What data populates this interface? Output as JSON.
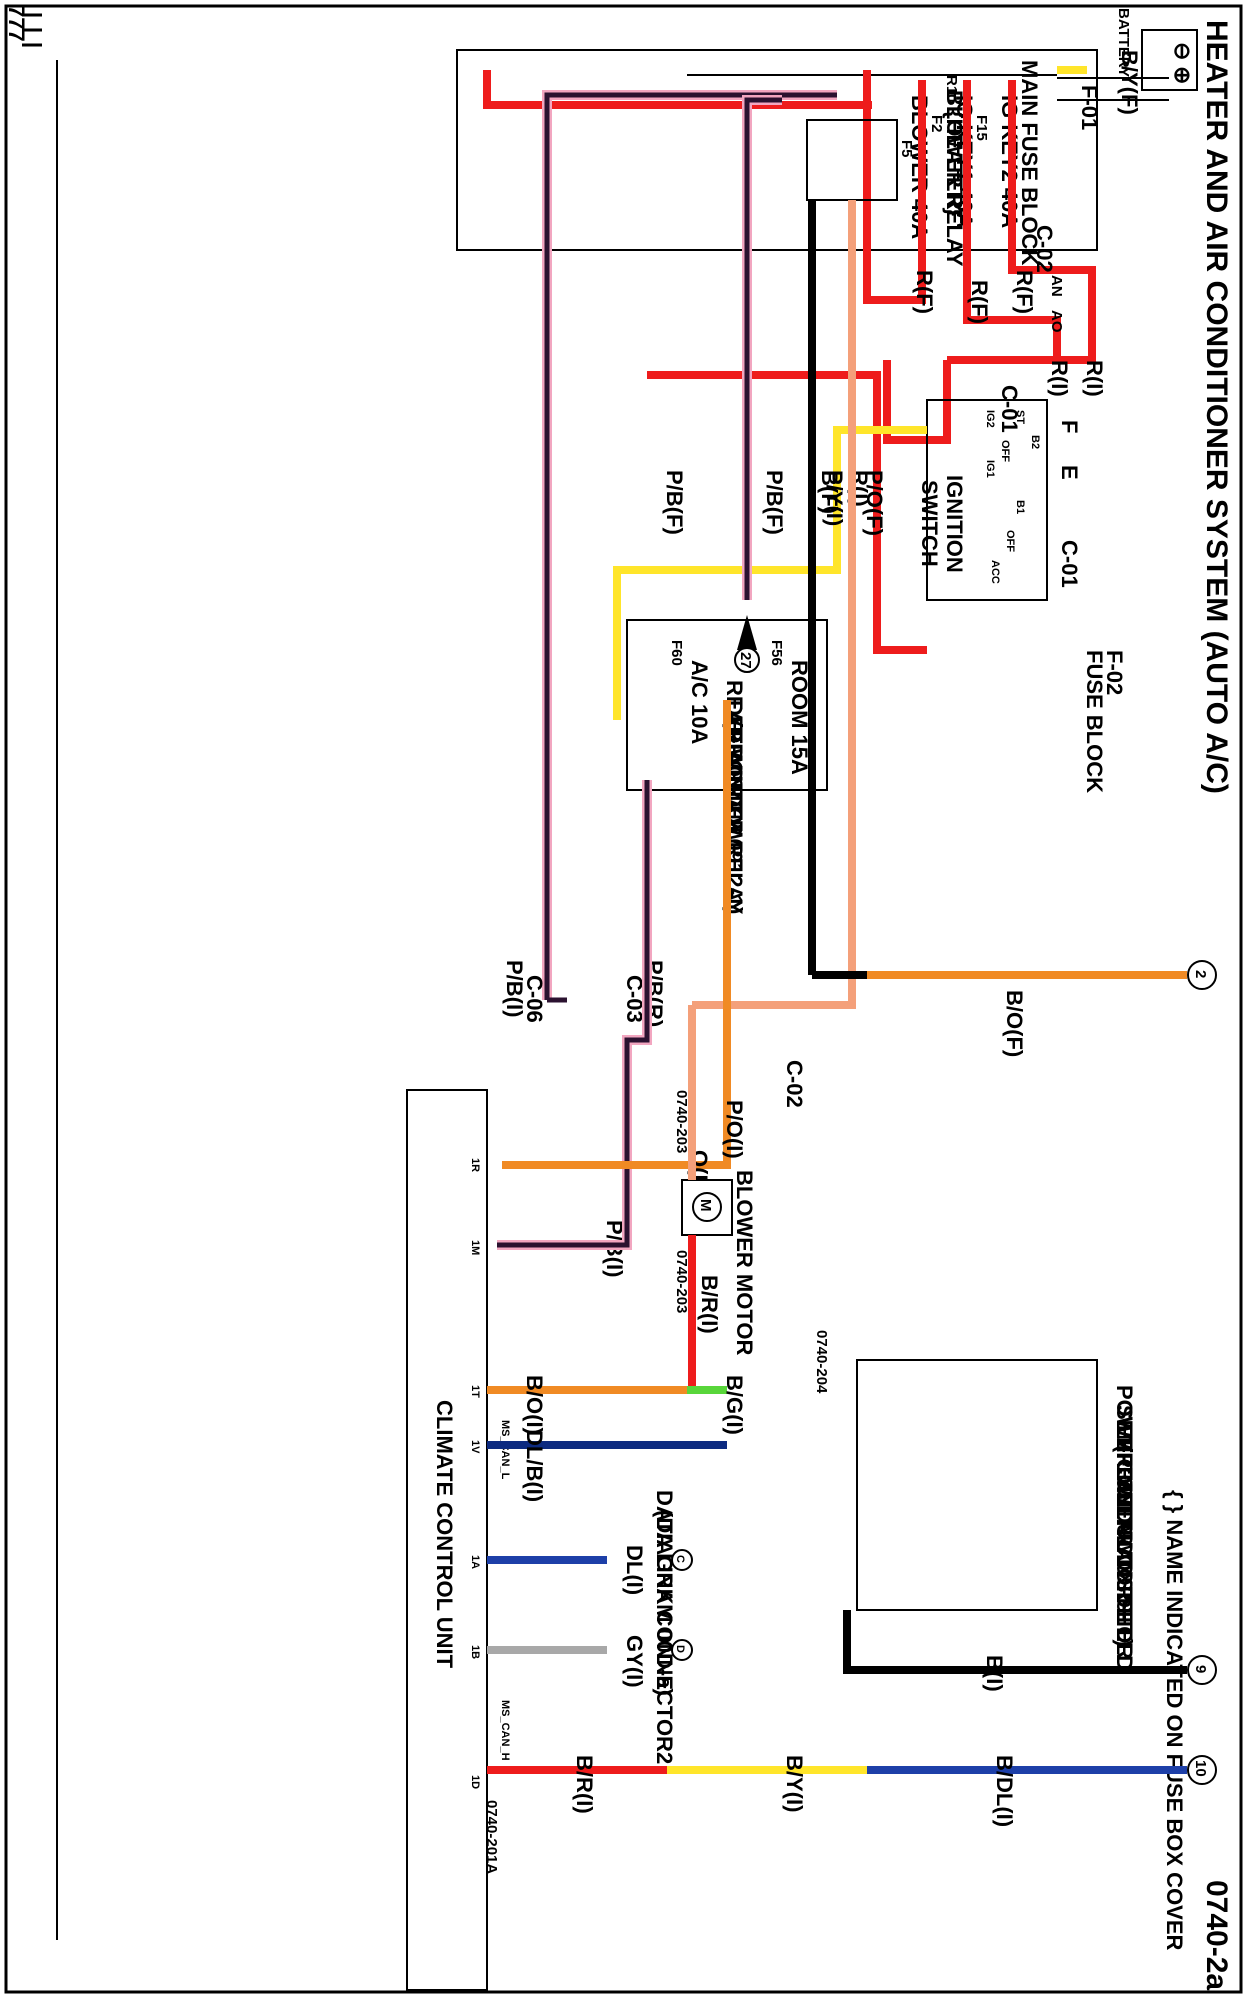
{
  "title": "HEATER AND AIR CONDITIONER SYSTEM (AUTO A/C)",
  "diagram_id": "0740-2a",
  "note": "{ } NAME INDICATED ON FUSE BOX COVER",
  "battery": "BATTERY",
  "main_fuse_block": "MAIN FUSE BLOCK",
  "fuses": {
    "ig_key2": "IG KEY2 40A",
    "ig_key1": "IG KEY1 40A",
    "blower": "BLOWER 40A",
    "f15": "F15",
    "f2": "F2",
    "f5": "F5",
    "f01": "F-01",
    "room": "ROOM 15A",
    "ac": "A/C 10A",
    "f56": "F56",
    "f60": "F60"
  },
  "relay": {
    "code": "R10",
    "name": "BLOWER RELAY",
    "alt": "{HEATER}"
  },
  "ignition": {
    "name1": "IGNITION",
    "name2": "SWITCH",
    "c01a": "C-01",
    "c01b": "C-01",
    "f": "F",
    "e": "E",
    "st": "ST",
    "ig2": "IG2",
    "ig1": "IG1",
    "acc": "ACC",
    "off1": "OFF",
    "off2": "OFF",
    "b1": "B1",
    "b2": "B2"
  },
  "fuse_block2": {
    "code": "F-02",
    "name": "FUSE BLOCK"
  },
  "connectors": {
    "c02a": "C-02",
    "c02b": "C-02",
    "c03": "C-03",
    "c06": "C-06",
    "an": "AN",
    "ao": "AO"
  },
  "rear_defroster": {
    "num": "27",
    "l1": "REAR WINDOW",
    "l2": "DEFROSTER RELAY",
    "l3": "(DIAGRAM 0912-1)"
  },
  "blower_motor": {
    "name": "BLOWER MOTOR",
    "ref1": "0740-203",
    "ref2": "0740-203",
    "m": "M"
  },
  "ccu": {
    "name": "CLIMATE CONTROL UNIT",
    "ref": "0740-201A",
    "pins": [
      "1R",
      "1M",
      "1T",
      "1V",
      "1A",
      "1B",
      "1D"
    ],
    "can_l": "MS_CAN_L",
    "can_h": "MS_CAN_H"
  },
  "dlc": {
    "l1": "DATA LINK CONNECTOR2",
    "l2": "(DIAGRAM 00D-a)",
    "c": "C",
    "d": "D"
  },
  "mosfet": {
    "l1": "POWER METAL OXIDE",
    "l2": "SEMICONDUCTOR FIELD",
    "l3": "EFFECT TRANSISTOR",
    "l4": "(POWER MOS FET)",
    "ref": "0740-204"
  },
  "grounds": [
    "2",
    "9",
    "10"
  ],
  "ground_symbol": "777",
  "wires": {
    "by_f": "B/Y(F)",
    "r_f1": "R(F)",
    "r_f2": "R(F)",
    "r_f3": "R(F)",
    "r_i1": "R(I)",
    "r_i2": "R(I)",
    "r_i3": "R(I)",
    "py_i": "P/Y(I)",
    "pb_f1": "P/B(F)",
    "pb_f2": "P/B(F)",
    "b_f": "B(F)",
    "po_f": "P/O(F)",
    "bo_f": "B/O(F)",
    "pb_r": "P/B(R)",
    "pb_i1": "P/B(I)",
    "pb_i2": "P/B(I)",
    "po_i": "P/O(I)",
    "o_i": "O(I)",
    "br_i": "B/R(I)",
    "bg_i": "B/G(I)",
    "bo_i": "B/O(I)",
    "dlb_i": "DL/B(I)",
    "dl_i": "DL(I)",
    "gy_i": "GY(I)",
    "b_i": "B(I)",
    "bdl_i": "B/DL(I)",
    "by_i": "B/Y(I)",
    "br_i2": "B/R(I)"
  },
  "colors": {
    "red": "#ee1c1c",
    "pink": "#f2a6c0",
    "purple": "#2b1230",
    "orange": "#f08a24",
    "salmon": "#f4a07a",
    "black": "#000000",
    "yellow": "#ffe52a",
    "green": "#58d63a",
    "navy": "#0c2a80",
    "blue": "#1d3fa8",
    "gray": "#a8a8a8"
  }
}
